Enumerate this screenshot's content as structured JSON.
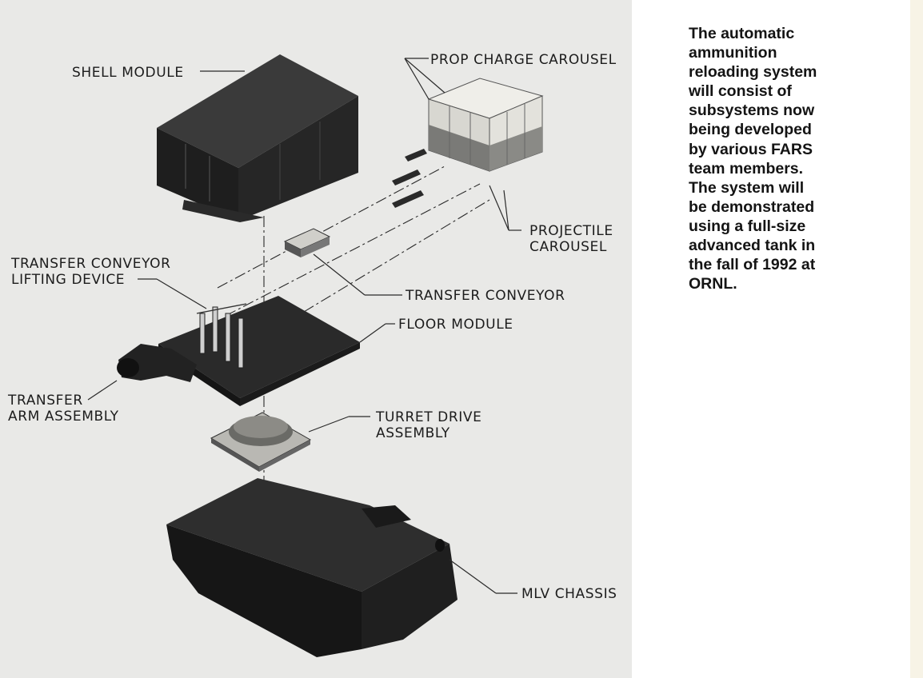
{
  "labels": {
    "shell_module": "SHELL MODULE",
    "prop_charge_carousel": "PROP CHARGE CAROUSEL",
    "projectile_carousel": [
      "PROJECTILE",
      "CAROUSEL"
    ],
    "transfer_conveyor_lifting_device": [
      "TRANSFER CONVEYOR",
      "LIFTING DEVICE"
    ],
    "transfer_conveyor": "TRANSFER CONVEYOR",
    "floor_module": "FLOOR MODULE",
    "transfer_arm_assembly": [
      "TRANSFER",
      "ARM ASSEMBLY"
    ],
    "turret_drive_assembly": [
      "TURRET DRIVE",
      "ASSEMBLY"
    ],
    "mlv_chassis": "MLV CHASSIS"
  },
  "caption": {
    "lines": [
      "The automatic",
      "ammunition",
      "reloading system",
      "will consist of",
      "subsystems now",
      "being developed",
      "by various FARS",
      "team members.",
      "The system will",
      "be demonstrated",
      "using a full-size",
      "advanced tank in",
      "the fall of 1992 at",
      "ORNL."
    ]
  },
  "colors": {
    "panel_background": "#e9e9e7",
    "part_dark": "#1f1f1f",
    "part_light": "#d6d4cf",
    "text": "#1c1c1c"
  }
}
